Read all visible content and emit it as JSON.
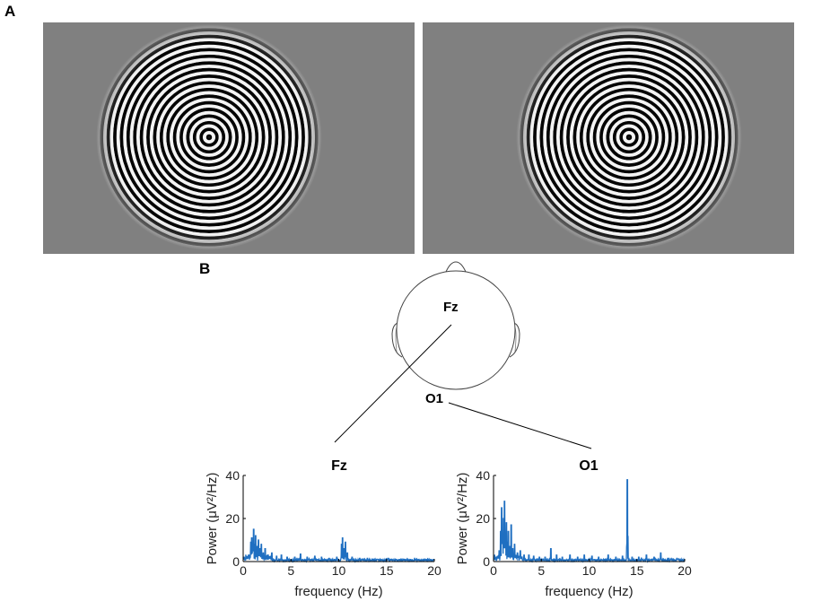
{
  "panels": {
    "a_label": "A",
    "b_label": "B"
  },
  "electrodes": {
    "fz": "Fz",
    "o1": "O1"
  },
  "chart_data": [
    {
      "type": "line",
      "title": "Fz",
      "xlabel": "frequency (Hz)",
      "ylabel": "Power (μV²/Hz)",
      "xlim": [
        0,
        20
      ],
      "ylim": [
        0,
        40
      ],
      "xticks": [
        0,
        5,
        10,
        15,
        20
      ],
      "yticks": [
        0,
        20,
        40
      ],
      "color": "#1f6fc1",
      "peaks": [
        [
          0.6,
          3
        ],
        [
          0.8,
          9
        ],
        [
          0.9,
          11
        ],
        [
          1.0,
          6
        ],
        [
          1.1,
          15
        ],
        [
          1.2,
          8
        ],
        [
          1.3,
          12
        ],
        [
          1.45,
          7
        ],
        [
          1.6,
          10
        ],
        [
          1.75,
          6
        ],
        [
          1.9,
          8
        ],
        [
          2.1,
          4
        ],
        [
          2.3,
          6
        ],
        [
          2.6,
          3
        ],
        [
          3.0,
          4
        ],
        [
          3.5,
          2.5
        ],
        [
          4.0,
          3
        ],
        [
          4.6,
          2
        ],
        [
          5.4,
          2
        ],
        [
          6.0,
          3.5
        ],
        [
          6.7,
          2
        ],
        [
          7.5,
          2.5
        ],
        [
          8.2,
          2
        ],
        [
          9.0,
          1.5
        ],
        [
          9.8,
          2
        ],
        [
          10.3,
          8
        ],
        [
          10.4,
          11
        ],
        [
          10.55,
          6
        ],
        [
          10.7,
          9
        ],
        [
          10.9,
          4
        ],
        [
          11.4,
          2
        ],
        [
          12.2,
          1.5
        ],
        [
          13.0,
          1.5
        ],
        [
          14.0,
          1
        ],
        [
          15.2,
          1.5
        ],
        [
          16.0,
          1
        ],
        [
          17.5,
          1
        ],
        [
          19.0,
          1
        ]
      ]
    },
    {
      "type": "line",
      "title": "O1",
      "xlabel": "frequency (Hz)",
      "ylabel": "Power (μV²/Hz)",
      "xlim": [
        0,
        20
      ],
      "ylim": [
        0,
        40
      ],
      "xticks": [
        0,
        5,
        10,
        15,
        20
      ],
      "yticks": [
        0,
        20,
        40
      ],
      "color": "#1f6fc1",
      "peaks": [
        [
          0.6,
          5
        ],
        [
          0.75,
          14
        ],
        [
          0.85,
          25
        ],
        [
          0.95,
          12
        ],
        [
          1.05,
          20
        ],
        [
          1.15,
          28
        ],
        [
          1.25,
          10
        ],
        [
          1.35,
          18
        ],
        [
          1.45,
          9
        ],
        [
          1.55,
          14
        ],
        [
          1.7,
          7
        ],
        [
          1.85,
          17
        ],
        [
          2.0,
          6
        ],
        [
          2.2,
          8
        ],
        [
          2.5,
          4
        ],
        [
          2.8,
          5
        ],
        [
          3.2,
          3
        ],
        [
          3.7,
          3
        ],
        [
          4.2,
          2.5
        ],
        [
          4.8,
          2
        ],
        [
          5.4,
          2
        ],
        [
          6.0,
          6
        ],
        [
          6.6,
          3
        ],
        [
          7.2,
          2
        ],
        [
          8.0,
          3
        ],
        [
          8.8,
          2
        ],
        [
          9.5,
          3
        ],
        [
          10.3,
          2.5
        ],
        [
          11.0,
          2
        ],
        [
          12.0,
          3
        ],
        [
          12.8,
          2
        ],
        [
          13.5,
          2.5
        ],
        [
          14.0,
          38
        ],
        [
          14.5,
          2
        ],
        [
          15.2,
          2
        ],
        [
          16.0,
          3
        ],
        [
          16.8,
          2
        ],
        [
          17.5,
          4
        ],
        [
          18.3,
          1.5
        ],
        [
          19.2,
          1.5
        ]
      ]
    }
  ]
}
